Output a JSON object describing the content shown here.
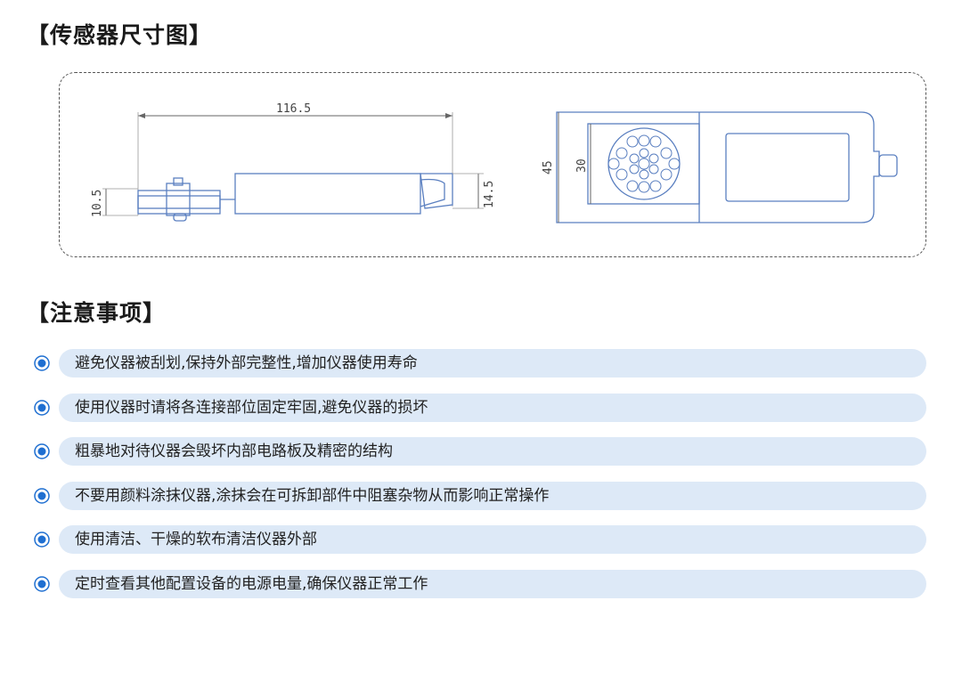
{
  "sections": {
    "dimensions_title": "【传感器尺寸图】",
    "notes_title": "【注意事项】"
  },
  "drawing": {
    "length": "116.5",
    "thickness": "10.5",
    "handle_height": "14.5",
    "outer_height": "45",
    "inner_height": "30"
  },
  "notes": [
    "避免仪器被刮划,保持外部完整性,增加仪器使用寿命",
    "使用仪器时请将各连接部位固定牢固,避免仪器的损坏",
    "粗暴地对待仪器会毁坏内部电路板及精密的结构",
    "不要用颜料涂抹仪器,涂抹会在可拆卸部件中阻塞杂物从而影响正常操作",
    "使用清洁、干燥的软布清洁仪器外部",
    "定时查看其他配置设备的电源电量,确保仪器正常工作"
  ],
  "colors": {
    "note_bar": "#dde9f7",
    "bullet": "#1f6fd1",
    "drawing_line": "#5a7fc0"
  }
}
